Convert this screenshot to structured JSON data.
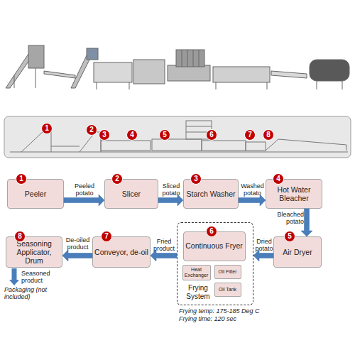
{
  "diagram": {
    "nodes": [
      {
        "text": [
          "Peeler"
        ]
      },
      {
        "text": [
          "Slicer"
        ]
      },
      {
        "text": [
          "Starch Washer"
        ]
      },
      {
        "text": [
          "Hot Water Bleacher"
        ]
      },
      {
        "text": [
          "Air Dryer"
        ]
      },
      {
        "text": [
          "Frying System"
        ]
      },
      {
        "text": [
          "Continuous Fryer"
        ],
        "in": 5
      },
      {
        "text": [
          "Heat Exchanger"
        ],
        "in": 5
      },
      {
        "text": [
          "Oil Filter"
        ],
        "in": 5
      },
      {
        "text": [
          "Oil Tank"
        ],
        "in": 5
      },
      {
        "text": [
          "Conveyor, de-oil"
        ]
      },
      {
        "text": [
          "Seasoning Applicator, Drum"
        ]
      }
    ],
    "edges": [
      {
        "from": 0,
        "to": 1,
        "label": "Peeled potato",
        "arrow": "to"
      },
      {
        "from": 1,
        "to": 2,
        "label": "Sliced potato",
        "arrow": "to"
      },
      {
        "from": 2,
        "to": 3,
        "label": "Washed potato",
        "arrow": "to"
      },
      {
        "from": 3,
        "to": 4,
        "label": "Bleached potato",
        "arrow": "to"
      },
      {
        "from": 4,
        "to": 5,
        "label": "Dried potato",
        "arrow": "to"
      },
      {
        "from": 5,
        "to": 10,
        "label": "Fried product",
        "arrow": "to"
      },
      {
        "from": 10,
        "to": 11,
        "label": "De-oiled product",
        "arrow": "to"
      }
    ],
    "labels": [
      "1",
      "2",
      "3",
      "4",
      "5",
      "6",
      "7",
      "8",
      "1",
      "2",
      "3",
      "4",
      "5",
      "6",
      "7",
      "8",
      "Seasoned product",
      "Packaging (not included)",
      "Frying temp: 175-185 Deg C",
      "Frying time: 120 sec"
    ]
  }
}
